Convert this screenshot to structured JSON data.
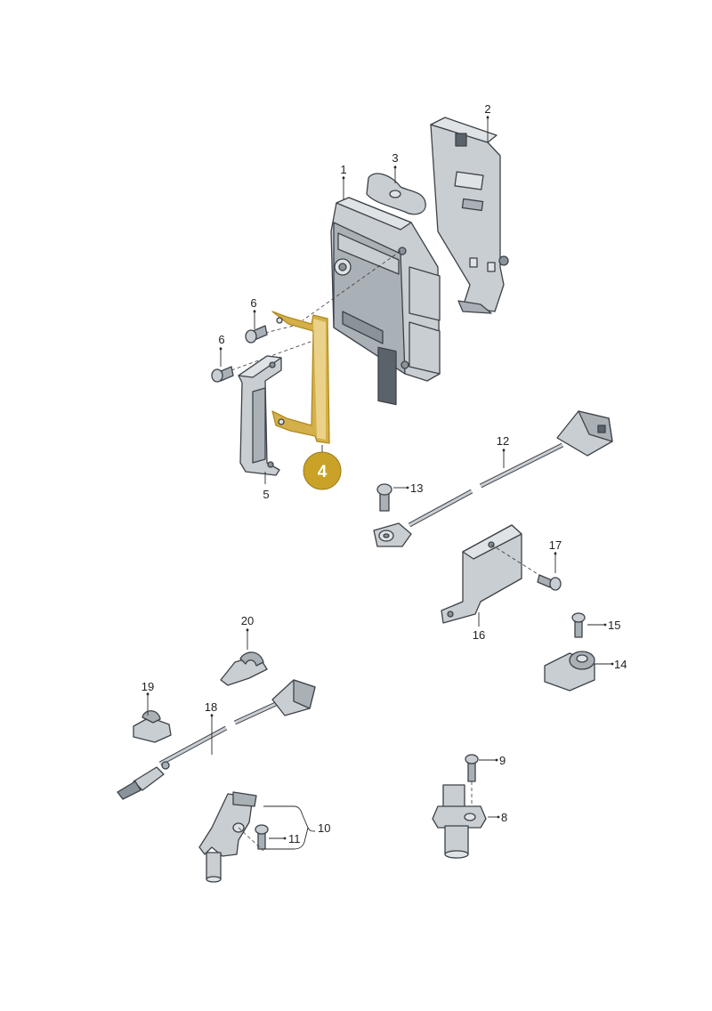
{
  "diagram": {
    "highlight_color": "#c9a227",
    "highlighted_part": "4",
    "labels": [
      "1",
      "2",
      "3",
      "4",
      "5",
      "6",
      "6",
      "8",
      "9",
      "10",
      "11",
      "12",
      "13",
      "14",
      "15",
      "16",
      "17",
      "18",
      "19",
      "20"
    ]
  }
}
